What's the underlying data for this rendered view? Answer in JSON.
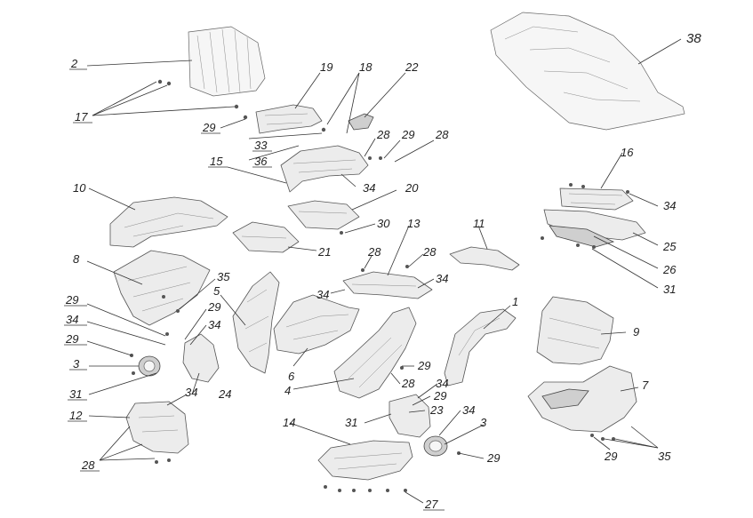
{
  "diagram": {
    "type": "exploded-parts-view",
    "callouts": [
      {
        "id": "c-2",
        "label": "2"
      },
      {
        "id": "c-17",
        "label": "17"
      },
      {
        "id": "c-19",
        "label": "19"
      },
      {
        "id": "c-18",
        "label": "18"
      },
      {
        "id": "c-22",
        "label": "22"
      },
      {
        "id": "c-29a",
        "label": "29"
      },
      {
        "id": "c-33",
        "label": "33"
      },
      {
        "id": "c-36",
        "label": "36"
      },
      {
        "id": "c-28a",
        "label": "28"
      },
      {
        "id": "c-29b",
        "label": "29"
      },
      {
        "id": "c-28b",
        "label": "28"
      },
      {
        "id": "c-15",
        "label": "15"
      },
      {
        "id": "c-34a",
        "label": "34"
      },
      {
        "id": "c-20",
        "label": "20"
      },
      {
        "id": "c-38",
        "label": "38"
      },
      {
        "id": "c-16",
        "label": "16"
      },
      {
        "id": "c-34b",
        "label": "34"
      },
      {
        "id": "c-25",
        "label": "25"
      },
      {
        "id": "c-26",
        "label": "26"
      },
      {
        "id": "c-31a",
        "label": "31"
      },
      {
        "id": "c-10",
        "label": "10"
      },
      {
        "id": "c-30",
        "label": "30"
      },
      {
        "id": "c-21",
        "label": "21"
      },
      {
        "id": "c-13",
        "label": "13"
      },
      {
        "id": "c-11",
        "label": "11"
      },
      {
        "id": "c-28c",
        "label": "28"
      },
      {
        "id": "c-28d",
        "label": "28"
      },
      {
        "id": "c-8",
        "label": "8"
      },
      {
        "id": "c-35a",
        "label": "35"
      },
      {
        "id": "c-5",
        "label": "5"
      },
      {
        "id": "c-34c",
        "label": "34"
      },
      {
        "id": "c-34d",
        "label": "34"
      },
      {
        "id": "c-1",
        "label": "1"
      },
      {
        "id": "c-29c",
        "label": "29"
      },
      {
        "id": "c-29d",
        "label": "29"
      },
      {
        "id": "c-34e",
        "label": "34"
      },
      {
        "id": "c-34f",
        "label": "34"
      },
      {
        "id": "c-9",
        "label": "9"
      },
      {
        "id": "c-29e",
        "label": "29"
      },
      {
        "id": "c-3a",
        "label": "3"
      },
      {
        "id": "c-6",
        "label": "6"
      },
      {
        "id": "c-4",
        "label": "4"
      },
      {
        "id": "c-29f",
        "label": "29"
      },
      {
        "id": "c-28e",
        "label": "28"
      },
      {
        "id": "c-34g",
        "label": "34"
      },
      {
        "id": "c-31b",
        "label": "31"
      },
      {
        "id": "c-34h",
        "label": "34"
      },
      {
        "id": "c-24",
        "label": "24"
      },
      {
        "id": "c-29g",
        "label": "29"
      },
      {
        "id": "c-7",
        "label": "7"
      },
      {
        "id": "c-12",
        "label": "12"
      },
      {
        "id": "c-23",
        "label": "23"
      },
      {
        "id": "c-31c",
        "label": "31"
      },
      {
        "id": "c-34i",
        "label": "34"
      },
      {
        "id": "c-3b",
        "label": "3"
      },
      {
        "id": "c-14",
        "label": "14"
      },
      {
        "id": "c-28f",
        "label": "28"
      },
      {
        "id": "c-29h",
        "label": "29"
      },
      {
        "id": "c-29i",
        "label": "29"
      },
      {
        "id": "c-35b",
        "label": "35"
      },
      {
        "id": "c-27",
        "label": "27"
      }
    ]
  }
}
